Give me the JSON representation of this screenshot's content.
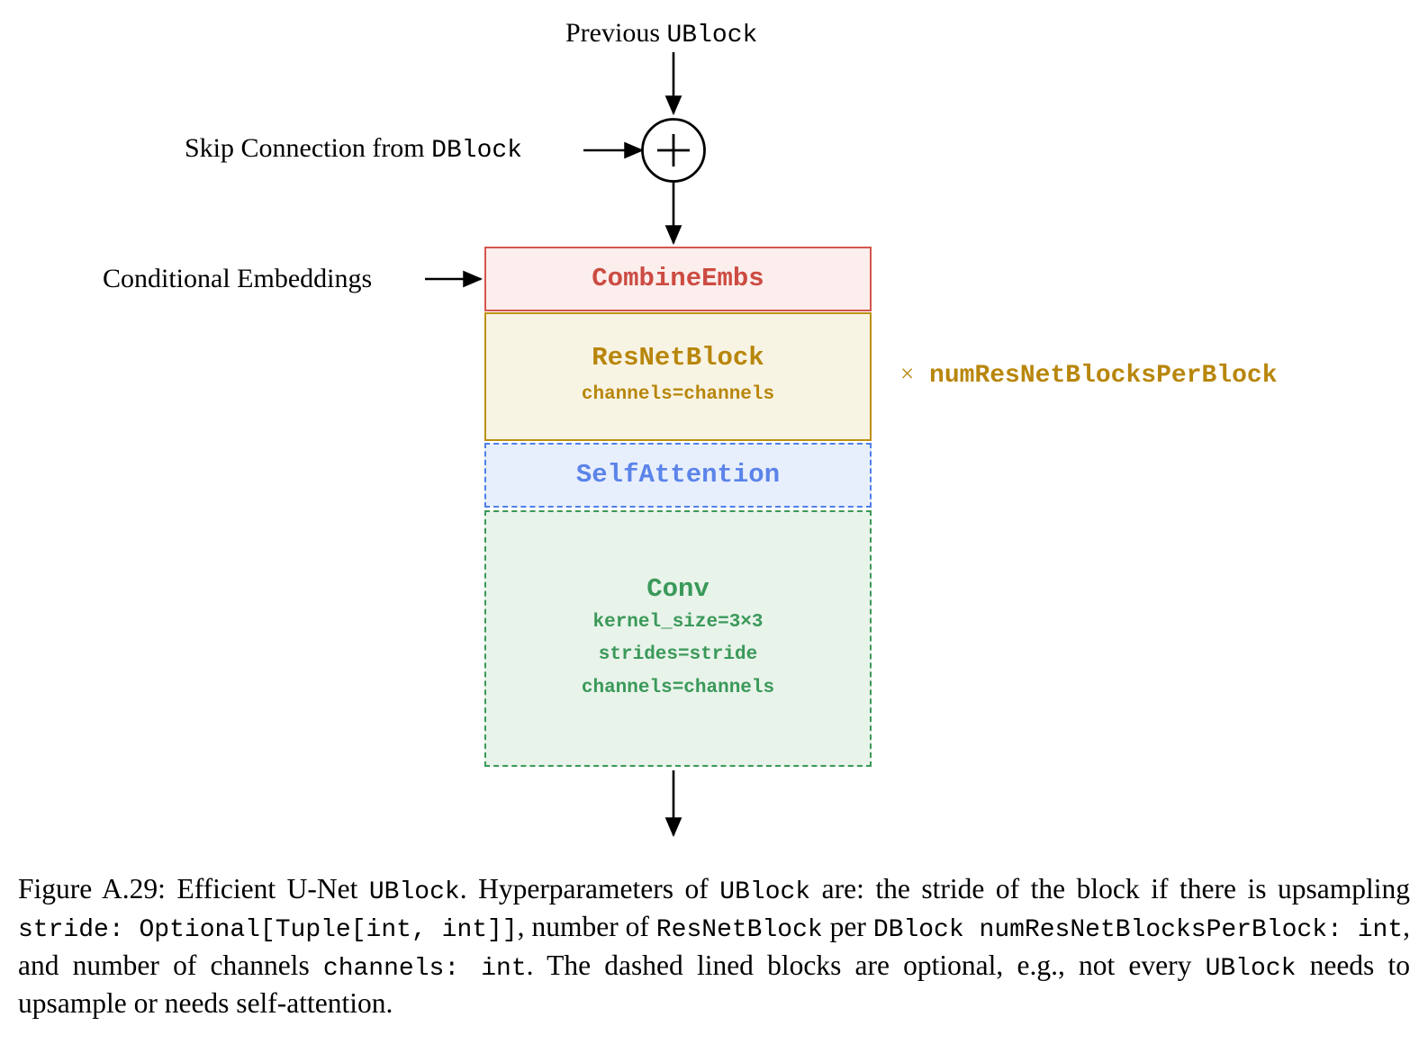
{
  "figure": {
    "inputs": {
      "previous_block_prefix": "Previous ",
      "previous_block_mono": "UBlock",
      "skip_connection_prefix": "Skip Connection from ",
      "skip_connection_mono": "DBlock",
      "conditional_embeddings": "Conditional Embeddings"
    },
    "adder_symbol": "+",
    "blocks": [
      {
        "id": "combine-embs",
        "title": "CombineEmbs",
        "params": [],
        "dashed": false,
        "text_color": "#cc4b42",
        "border_color": "#d4564a",
        "fill_color": "#fbeeec"
      },
      {
        "id": "resnet-block",
        "title": "ResNetBlock",
        "params": [
          "channels=channels"
        ],
        "dashed": false,
        "text_color": "#b8860b",
        "border_color": "#bd9012",
        "fill_color": "#f8f4e4"
      },
      {
        "id": "self-attention",
        "title": "SelfAttention",
        "params": [],
        "dashed": true,
        "text_color": "#5b84ea",
        "border_color": "#4f7fe8",
        "fill_color": "#e8effc"
      },
      {
        "id": "conv",
        "title": "Conv",
        "params": [
          "kernel_size=3×3",
          "strides=stride",
          "channels=channels"
        ],
        "dashed": true,
        "text_color": "#3a9959",
        "border_color": "#3a9959",
        "fill_color": "#e8f3ea"
      }
    ],
    "annotation": {
      "times_symbol": "×",
      "label": "numResNetBlocksPerBlock",
      "color": "#b8860b"
    },
    "caption": {
      "label": "Figure A.29:",
      "t1": " Efficient U-Net ",
      "m1": "UBlock",
      "t2": ". Hyperparameters of ",
      "m2": "UBlock",
      "t3": " are: the stride of the block if there is upsampling ",
      "m3": "stride: Optional[Tuple[int, int]]",
      "t4": ", number of ",
      "m4": "ResNetBlock",
      "t5": " per ",
      "m5": "DBlock ",
      "m6": "numResNetBlocksPerBlock: int",
      "t6": ", and number of channels ",
      "m7": "channels: int",
      "t7": ". The dashed lined blocks are optional, e.g., not every ",
      "m8": "UBlock",
      "t8": " needs to upsample or needs self-attention."
    }
  }
}
